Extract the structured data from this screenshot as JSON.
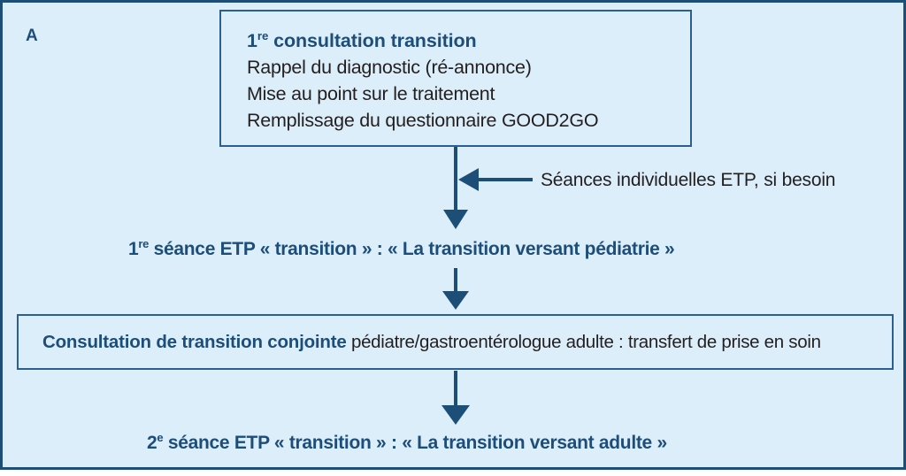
{
  "panel": {
    "letter": "A",
    "background_color": "#ddeefb",
    "border_color": "#1c4e77"
  },
  "colors": {
    "accent_blue": "#1d4e79",
    "box_border": "#2b5f91",
    "arrow": "#1c4e77",
    "body_text": "#231f20"
  },
  "first_consultation_box": {
    "heading_pre": "1",
    "heading_sup": "re",
    "heading_post": " consultation transition",
    "lines": [
      "Rappel du diagnostic (ré-annonce)",
      "Mise au point sur le traitement",
      "Remplissage du questionnaire GOOD2GO"
    ]
  },
  "side_note": {
    "label": "Séances individuelles ETP, si besoin"
  },
  "etp_session_1": {
    "pre": "1",
    "sup": "re",
    "post": " séance ETP « transition » : « La transition versant pédiatrie »"
  },
  "joint_consultation_box": {
    "strong": "Consultation de transition conjointe",
    "rest": " pédiatre/gastroentérologue adulte : transfert de prise en soin"
  },
  "etp_session_2": {
    "pre": "2",
    "sup": "e",
    "post": " séance ETP « transition » : « La transition versant adulte »"
  }
}
